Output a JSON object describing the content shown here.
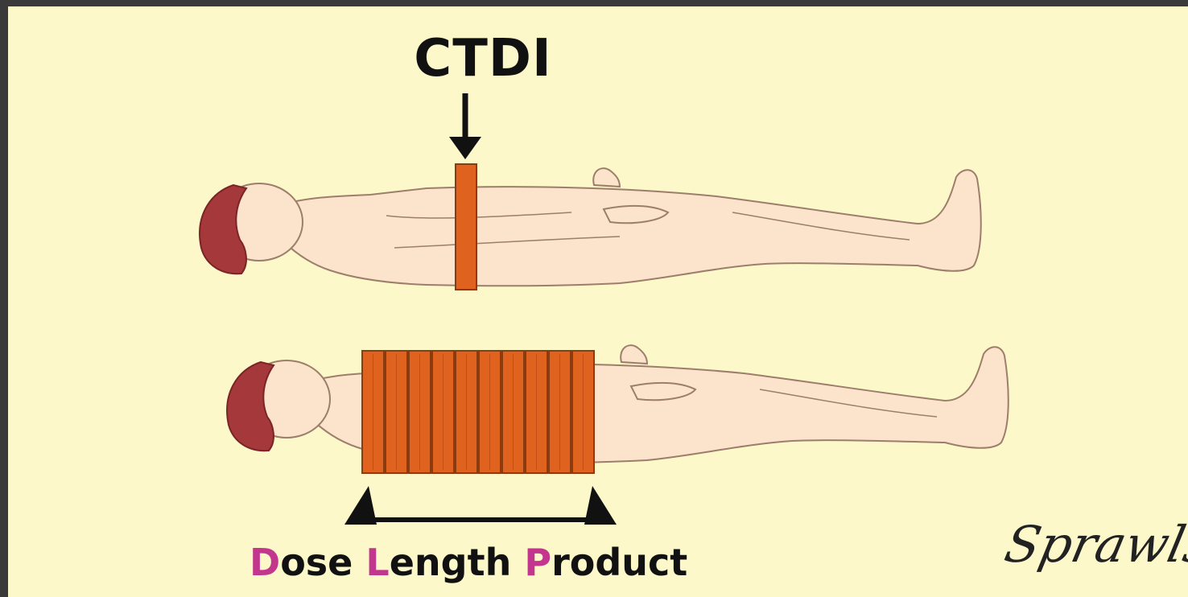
{
  "title": "CTDI",
  "dose_length_product": {
    "words": [
      {
        "initial": "D",
        "rest": "ose "
      },
      {
        "initial": "L",
        "rest": "ength "
      },
      {
        "initial": "P",
        "rest": "roduct"
      }
    ]
  },
  "signature": "Sprawls",
  "colors": {
    "background": "#fcf8c9",
    "frame": "#3a3a3a",
    "skin": "#fbe3cc",
    "hair": "#a5383a",
    "dose_band": "#e0621f",
    "initial_letters": "#c2368d",
    "text": "#111111"
  },
  "icons": [
    "down-arrow-icon",
    "patient-figure-icon",
    "dose-slice-band-icon",
    "triangle-marker-icon"
  ],
  "slice_count": 10
}
